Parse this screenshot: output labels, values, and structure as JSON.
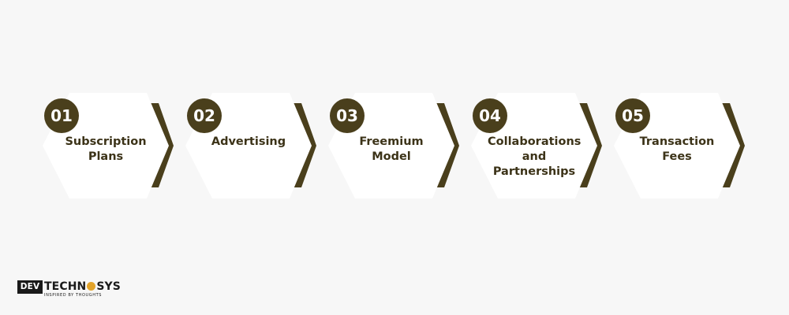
{
  "colors": {
    "background": "#f7f7f7",
    "hexagon_fill": "#ffffff",
    "accent": "#4a3f1c",
    "label_text": "#3c3318",
    "logo_dark": "#1a1a1a",
    "logo_gear": "#e2a32a"
  },
  "steps": [
    {
      "number": "01",
      "label": "Subscription Plans"
    },
    {
      "number": "02",
      "label": "Advertising"
    },
    {
      "number": "03",
      "label": "Freemium Model"
    },
    {
      "number": "04",
      "label": "Collaborations and Partnerships"
    },
    {
      "number": "05",
      "label": "Transaction Fees"
    }
  ],
  "logo": {
    "box_text": "DEV",
    "text_before": "TECHN",
    "text_after": "SYS",
    "tagline": "INSPIRED BY THOUGHTS"
  },
  "icons": {
    "step_arrow": "chevron-right-icon",
    "logo_gear": "gear-icon"
  }
}
